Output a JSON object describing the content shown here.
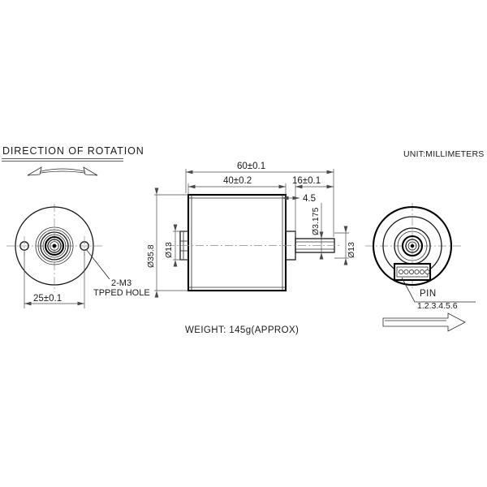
{
  "drawing": {
    "title": "DIRECTION  OF  ROTATION",
    "unit_note": "UNIT:MILLIMETERS",
    "weight_note": "WEIGHT:  145g(APPROX)"
  },
  "left_view": {
    "name": "front-face-view",
    "hole_note_line1": "2-M3",
    "hole_note_line2": "TPPED  HOLE",
    "hole_spacing": "25±0.1"
  },
  "side_view": {
    "name": "side-section-view",
    "overall_length": "60±0.1",
    "body_length": "40±0.2",
    "shaft_length": "16±0.1",
    "shaft_step": "4.5",
    "shaft_diameter": "Ø3.175",
    "body_diameter": "Ø35.8",
    "boss_diameter_left": "Ø13",
    "boss_diameter_right": "Ø13"
  },
  "right_view": {
    "name": "rear-face-view",
    "pin_label": "PIN",
    "pin_numbers": "1.2.3.4.5.6",
    "pin_count": 6
  },
  "colors": {
    "line": "#1a1a1a",
    "heavy_line": "#000000",
    "dim_line": "#4a4a4a",
    "center_line": "#8c8c8c",
    "background": "#ffffff"
  }
}
